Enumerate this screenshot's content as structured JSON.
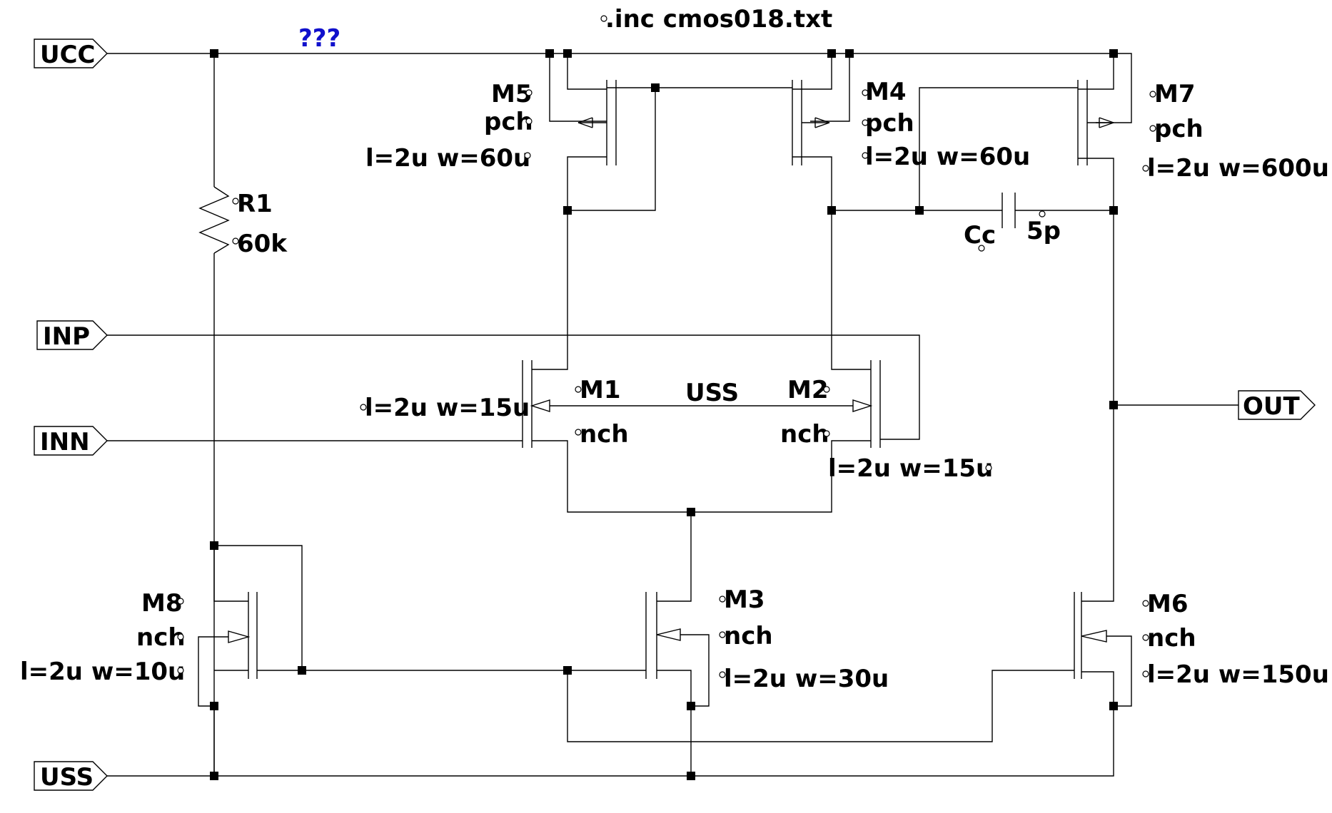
{
  "directive": ".inc cmos018.txt",
  "net_label": "???",
  "colors": {
    "wire": "#000000",
    "net_label": "#1010cc",
    "background": "#ffffff"
  },
  "ports": {
    "ucc": "UCC",
    "inp": "INP",
    "inn": "INN",
    "uss": "USS",
    "out": "OUT"
  },
  "resistor": {
    "name": "R1",
    "value": "60k"
  },
  "capacitor": {
    "name": "Cc",
    "value": "5p"
  },
  "center_label": "USS",
  "transistors": {
    "m1": {
      "name": "M1",
      "model": "nch",
      "params": "l=2u w=15u"
    },
    "m2": {
      "name": "M2",
      "model": "nch",
      "params": "l=2u w=15u"
    },
    "m3": {
      "name": "M3",
      "model": "nch",
      "params": "l=2u w=30u"
    },
    "m4": {
      "name": "M4",
      "model": "pch",
      "params": "l=2u w=60u"
    },
    "m5": {
      "name": "M5",
      "model": "pch",
      "params": "l=2u w=60u"
    },
    "m6": {
      "name": "M6",
      "model": "nch",
      "params": "l=2u w=150u"
    },
    "m7": {
      "name": "M7",
      "model": "pch",
      "params": "l=2u w=600u"
    },
    "m8": {
      "name": "M8",
      "model": "nch",
      "params": "l=2u w=10u"
    }
  }
}
